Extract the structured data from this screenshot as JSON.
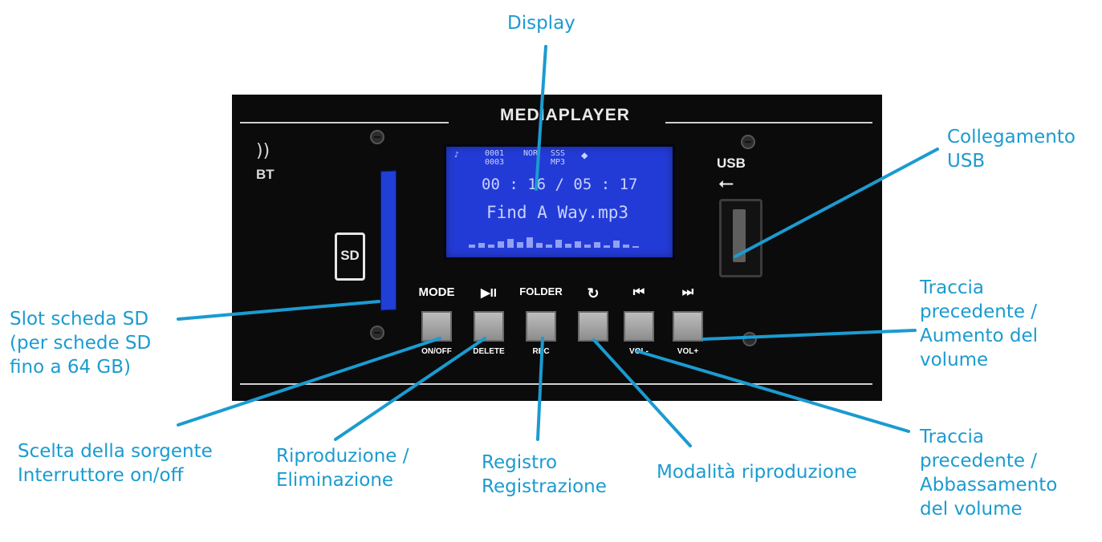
{
  "panel": {
    "brand": "MEDIAPLAYER",
    "bt_label": "BT",
    "sd_label": "SD",
    "usb_label": "USB",
    "lcd": {
      "indicators": [
        "0001",
        "0003",
        "NOR",
        "SSS",
        "MP3"
      ],
      "time": "00 : 16 / 05 : 17",
      "track": "Find A Way.mp3"
    },
    "buttons": [
      {
        "top": "MODE",
        "bottom": "ON/OFF"
      },
      {
        "top": "▶II",
        "bottom": "DELETE"
      },
      {
        "top": "FOLDER",
        "bottom": "REC"
      },
      {
        "top": "↻",
        "bottom": ""
      },
      {
        "top": "⏮",
        "bottom": "VOL-"
      },
      {
        "top": "⏭",
        "bottom": "VOL+"
      }
    ]
  },
  "callouts": {
    "display": "Display",
    "usb": [
      "Collegamento",
      "USB"
    ],
    "sd_slot": [
      "Slot scheda SD",
      "(per schede SD",
      "fino a 64 GB)"
    ],
    "next_track": [
      "Traccia",
      "precedente /",
      "Aumento del",
      "volume"
    ],
    "mode": [
      "Scelta della sorgente",
      "Interruttore on/off"
    ],
    "play": [
      "Riproduzione /",
      "Eliminazione"
    ],
    "folder": [
      "Registro",
      "Registrazione"
    ],
    "repeat": [
      "Modalità riproduzione"
    ],
    "prev_track": [
      "Traccia",
      "precedente /",
      "Abbassamento",
      "del volume"
    ]
  },
  "colors": {
    "callout": "#1b9bd0",
    "panel": "#0b0b0c",
    "lcd": "#233bd6"
  }
}
